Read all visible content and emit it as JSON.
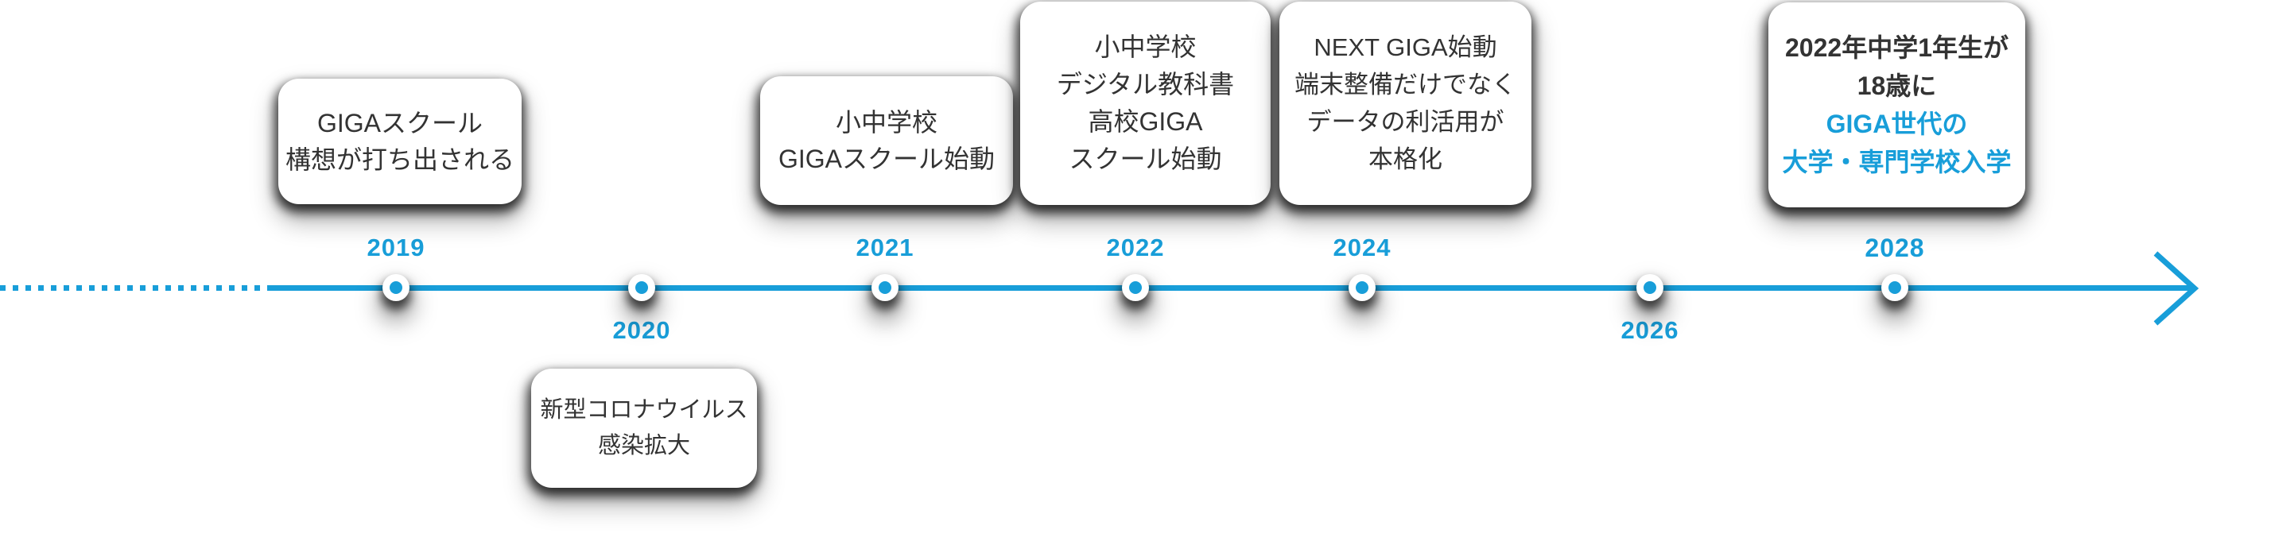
{
  "colors": {
    "accent": "#189ed9",
    "box_text": "#333333",
    "box_background": "#ffffff"
  },
  "timeline": {
    "direction": "left-to-right",
    "markers": [
      {
        "year": "2019",
        "label_side": "above"
      },
      {
        "year": "2020",
        "label_side": "below"
      },
      {
        "year": "2021",
        "label_side": "above"
      },
      {
        "year": "2022",
        "label_side": "above"
      },
      {
        "year": "2024",
        "label_side": "above"
      },
      {
        "year": "2026",
        "label_side": "below"
      },
      {
        "year": "2028",
        "label_side": "above",
        "bold": true
      }
    ],
    "boxes": [
      {
        "anchor_year": "2019",
        "side": "above",
        "lines": [
          "GIGAスクール",
          "構想が打ち出される"
        ]
      },
      {
        "anchor_year": "2020",
        "side": "below",
        "lines": [
          "新型コロナウイルス",
          "感染拡大"
        ]
      },
      {
        "anchor_year": "2021",
        "side": "above",
        "lines": [
          "小中学校",
          "GIGAスクール始動"
        ]
      },
      {
        "anchor_year": "2022",
        "side": "above",
        "lines": [
          "小中学校",
          "デジタル教科書",
          "高校GIGA",
          "スクール始動"
        ]
      },
      {
        "anchor_year": "2024",
        "side": "above",
        "lines": [
          "NEXT GIGA始動",
          "端末整備だけでなく",
          "データの利活用が",
          "本格化"
        ]
      },
      {
        "anchor_year": "2028",
        "side": "above",
        "lines": [
          "2022年中学1年生が",
          "18歳に",
          "GIGA世代の",
          "大学・専門学校入学"
        ],
        "highlighted_lines": [
          "GIGA世代の",
          "大学・専門学校入学"
        ]
      }
    ]
  }
}
